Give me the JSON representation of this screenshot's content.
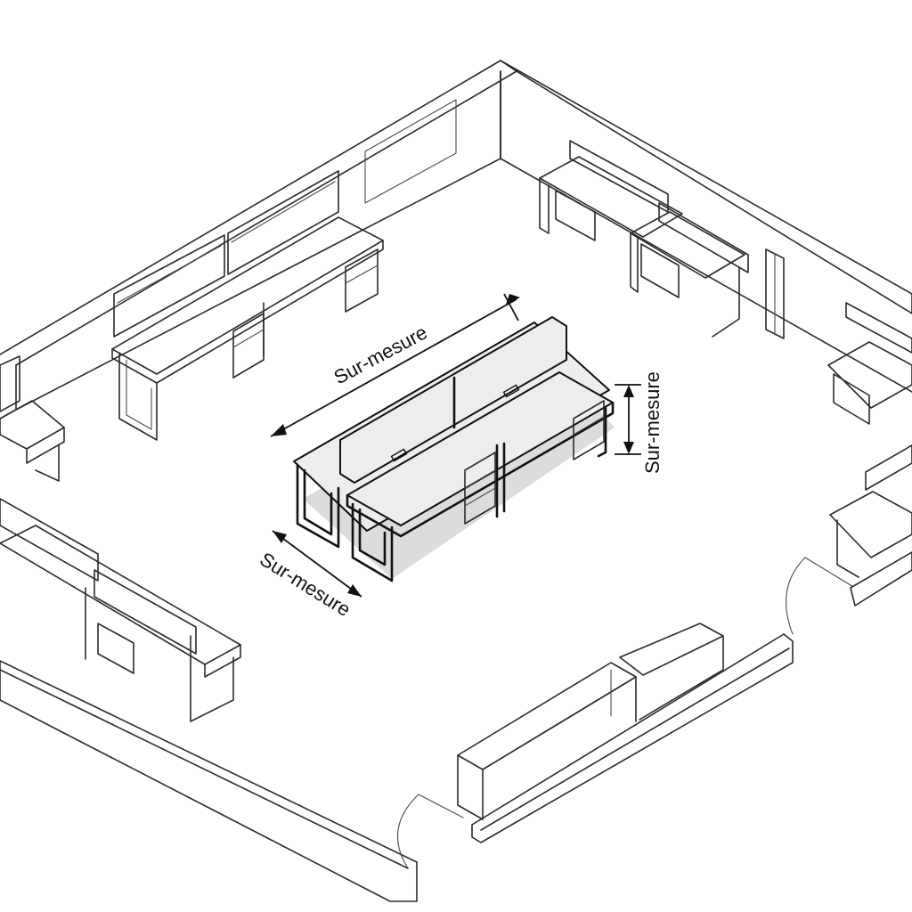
{
  "dimensions": {
    "length_label": "Sur-mesure",
    "depth_label": "Sur-mesure",
    "height_label": "Sur-mesure"
  },
  "colors": {
    "line": "#2b2b2b",
    "accent_line": "#111111",
    "desk_top": "#ededed",
    "shadow": "#dcdcdc"
  }
}
